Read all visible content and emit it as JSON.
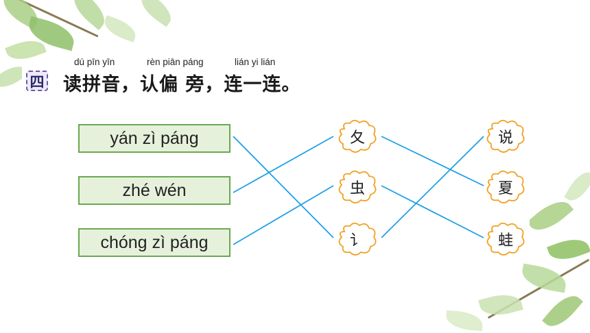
{
  "exercise": {
    "section_number": "四",
    "pinyin": [
      "dú pīn yīn",
      "rèn piān páng",
      "lián yi lián"
    ],
    "title": "读拼音，认偏 旁，连一连。"
  },
  "left_items": [
    "yán zì páng",
    "zhé wén",
    "chóng zì páng"
  ],
  "middle_items": [
    "夂",
    "虫",
    "讠"
  ],
  "right_items": [
    "说",
    "夏",
    "蛙"
  ],
  "colors": {
    "line": "#1ea0e6",
    "box_fill": "#e6f1dc",
    "box_border": "#6aa84f",
    "flower_border": "#f0a020"
  }
}
